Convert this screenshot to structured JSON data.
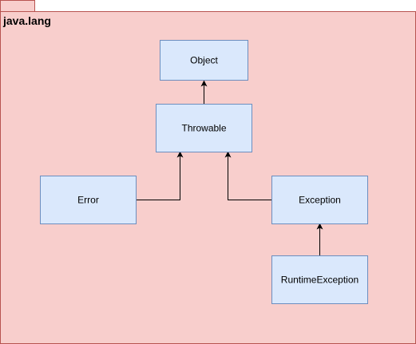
{
  "package": {
    "name": "java.lang",
    "fill": "#f8cecc",
    "stroke": "#b85450"
  },
  "class_style": {
    "fill": "#dae8fc",
    "stroke": "#6c8ebf"
  },
  "classes": {
    "object": "Object",
    "throwable": "Throwable",
    "error": "Error",
    "exception": "Exception",
    "runtime_exception": "RuntimeException"
  },
  "relations": [
    {
      "from": "throwable",
      "to": "object",
      "kind": "inheritance"
    },
    {
      "from": "error",
      "to": "throwable",
      "kind": "inheritance"
    },
    {
      "from": "exception",
      "to": "throwable",
      "kind": "inheritance"
    },
    {
      "from": "runtime_exception",
      "to": "exception",
      "kind": "inheritance"
    }
  ]
}
